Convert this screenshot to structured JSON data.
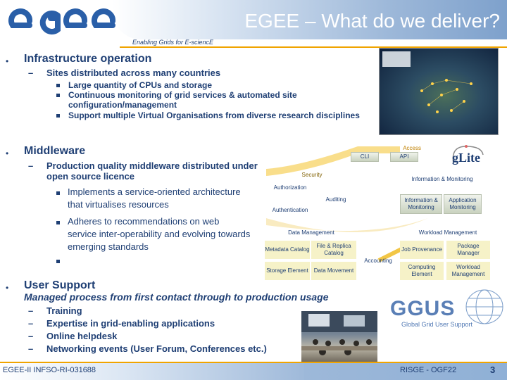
{
  "header": {
    "logo_text": "egee",
    "title": "EGEE – What do we deliver?",
    "tagline": "Enabling Grids for E-sciencE"
  },
  "sections": {
    "infrastructure": {
      "heading": "Infrastructure operation",
      "sub": "Sites distributed across many countries",
      "items": [
        "Large quantity of CPUs and storage",
        "Continuous monitoring of grid services & automated site configuration/management",
        "Support multiple Virtual Organisations from diverse research disciplines"
      ]
    },
    "middleware": {
      "heading": "Middleware",
      "sub": "Production quality middleware distributed under open source licence",
      "items": [
        "Implements a service-oriented architecture that virtualises resources",
        "Adheres to recommendations on web service inter-operability and evolving towards emerging standards"
      ]
    },
    "support": {
      "heading": "User Support",
      "sub": "Managed process from first contact through to production usage",
      "items": [
        "Training",
        "Expertise in grid-enabling applications",
        "Online helpdesk",
        "Networking events (User Forum, Conferences etc.)"
      ]
    }
  },
  "diagram": {
    "access": "Access",
    "cli": "CLI",
    "api": "API",
    "security": "Security",
    "authorization": "Authorization",
    "authentication": "Authentication",
    "auditing": "Auditing",
    "info_monitoring": "Information & Monitoring",
    "info_monitoring_box": "Information & Monitoring",
    "app_monitoring": "Application Monitoring",
    "data_mgmt": "Data Management",
    "metadata": "Metadata Catalog",
    "file_replica": "File & Replica Catalog",
    "storage": "Storage Element",
    "data_movement": "Data Movement",
    "accounting": "Accounting",
    "workload": "Workload Management",
    "job_prov": "Job Provenance",
    "package_mgr": "Package Manager",
    "computing": "Computing Element",
    "workload_mgr": "Workload Management",
    "glite": "gLite"
  },
  "ggus": {
    "name": "GGUS",
    "tagline": "Global Grid User Support"
  },
  "footer": {
    "left": "EGEE-II INFSO-RI-031688",
    "center": "RISGE - OGF22",
    "page": "3"
  },
  "colors": {
    "navy": "#1f3f74",
    "orange": "#f0a400",
    "logo_blue": "#2a5fa8"
  }
}
